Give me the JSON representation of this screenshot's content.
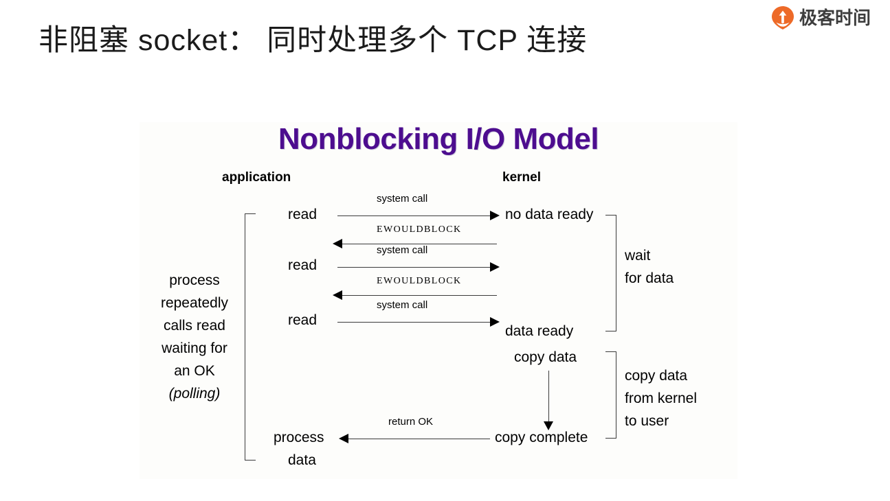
{
  "slide": {
    "title": "非阻塞 socket： 同时处理多个 TCP 连接",
    "brand": {
      "name": "极客时间",
      "logo_icon": "geek-time-pin-logo",
      "color": "#ed6a28"
    }
  },
  "diagram": {
    "title": "Nonblocking I/O Model",
    "title_color": "#4d0d8f",
    "columns": {
      "application": "application",
      "kernel": "kernel"
    },
    "left_note": {
      "lines": [
        "process",
        "repeatedly",
        "calls read",
        "waiting for",
        "an OK"
      ],
      "italic_line": "(polling)"
    },
    "right_notes": [
      {
        "lines": [
          "wait",
          "for data"
        ]
      },
      {
        "lines": [
          "copy data",
          "from kernel",
          "to user"
        ]
      }
    ],
    "app_labels": {
      "read_1": "read",
      "read_2": "read",
      "read_3": "read",
      "process": "process",
      "data": "data"
    },
    "kernel_labels": {
      "no_data_ready": "no data ready",
      "data_ready": "data ready",
      "copy_data": "copy data",
      "copy_complete": "copy complete"
    },
    "arrow_labels": {
      "system_call_1": "system call",
      "ewouldblock_1": "EWOULDBLOCK",
      "system_call_2": "system call",
      "ewouldblock_2": "EWOULDBLOCK",
      "system_call_3": "system call",
      "return_ok": "return OK"
    }
  }
}
